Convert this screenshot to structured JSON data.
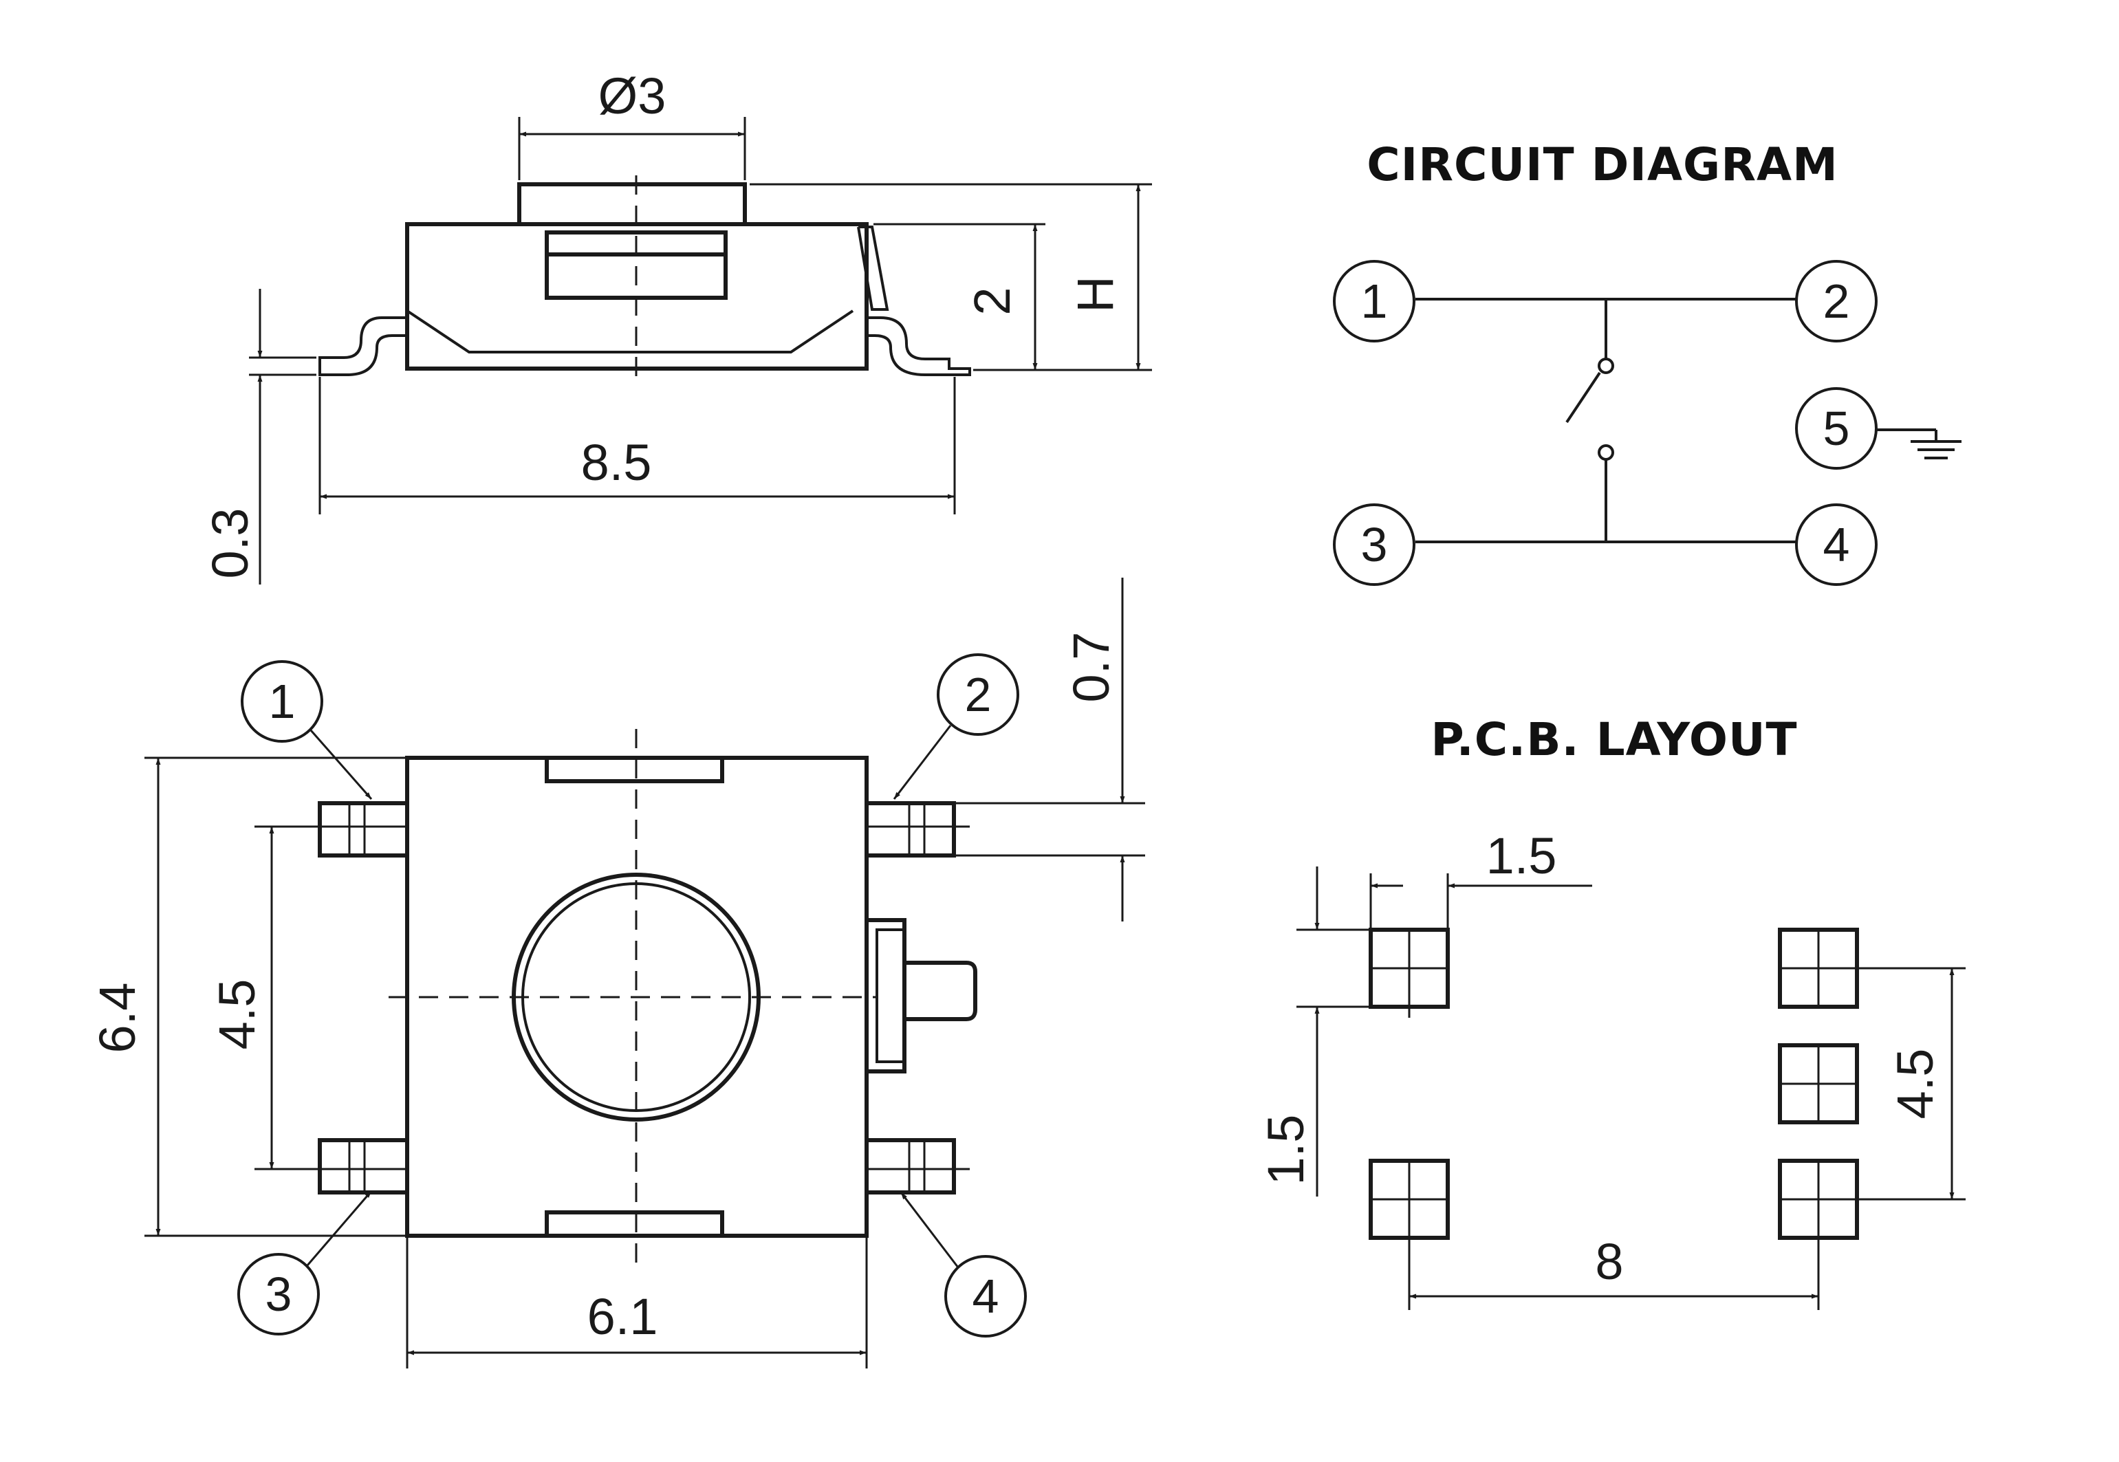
{
  "headings": {
    "circuit_diagram": "CIRCUIT DIAGRAM",
    "pcb_layout": "P.C.B. LAYOUT"
  },
  "side_view": {
    "diameter": "Ø3",
    "height_2": "2",
    "height_h": "H",
    "width": "8.5",
    "lead": "0.3"
  },
  "top_view": {
    "height": "6.4",
    "pitch": "4.5",
    "width": "6.1",
    "lead_width": "0.7",
    "pins": [
      "1",
      "2",
      "3",
      "4"
    ]
  },
  "circuit": {
    "pins": [
      "1",
      "2",
      "3",
      "4",
      "5"
    ]
  },
  "pcb": {
    "pad_width": "1.5",
    "pad_height": "1.5",
    "pitch": "4.5",
    "span": "8"
  }
}
